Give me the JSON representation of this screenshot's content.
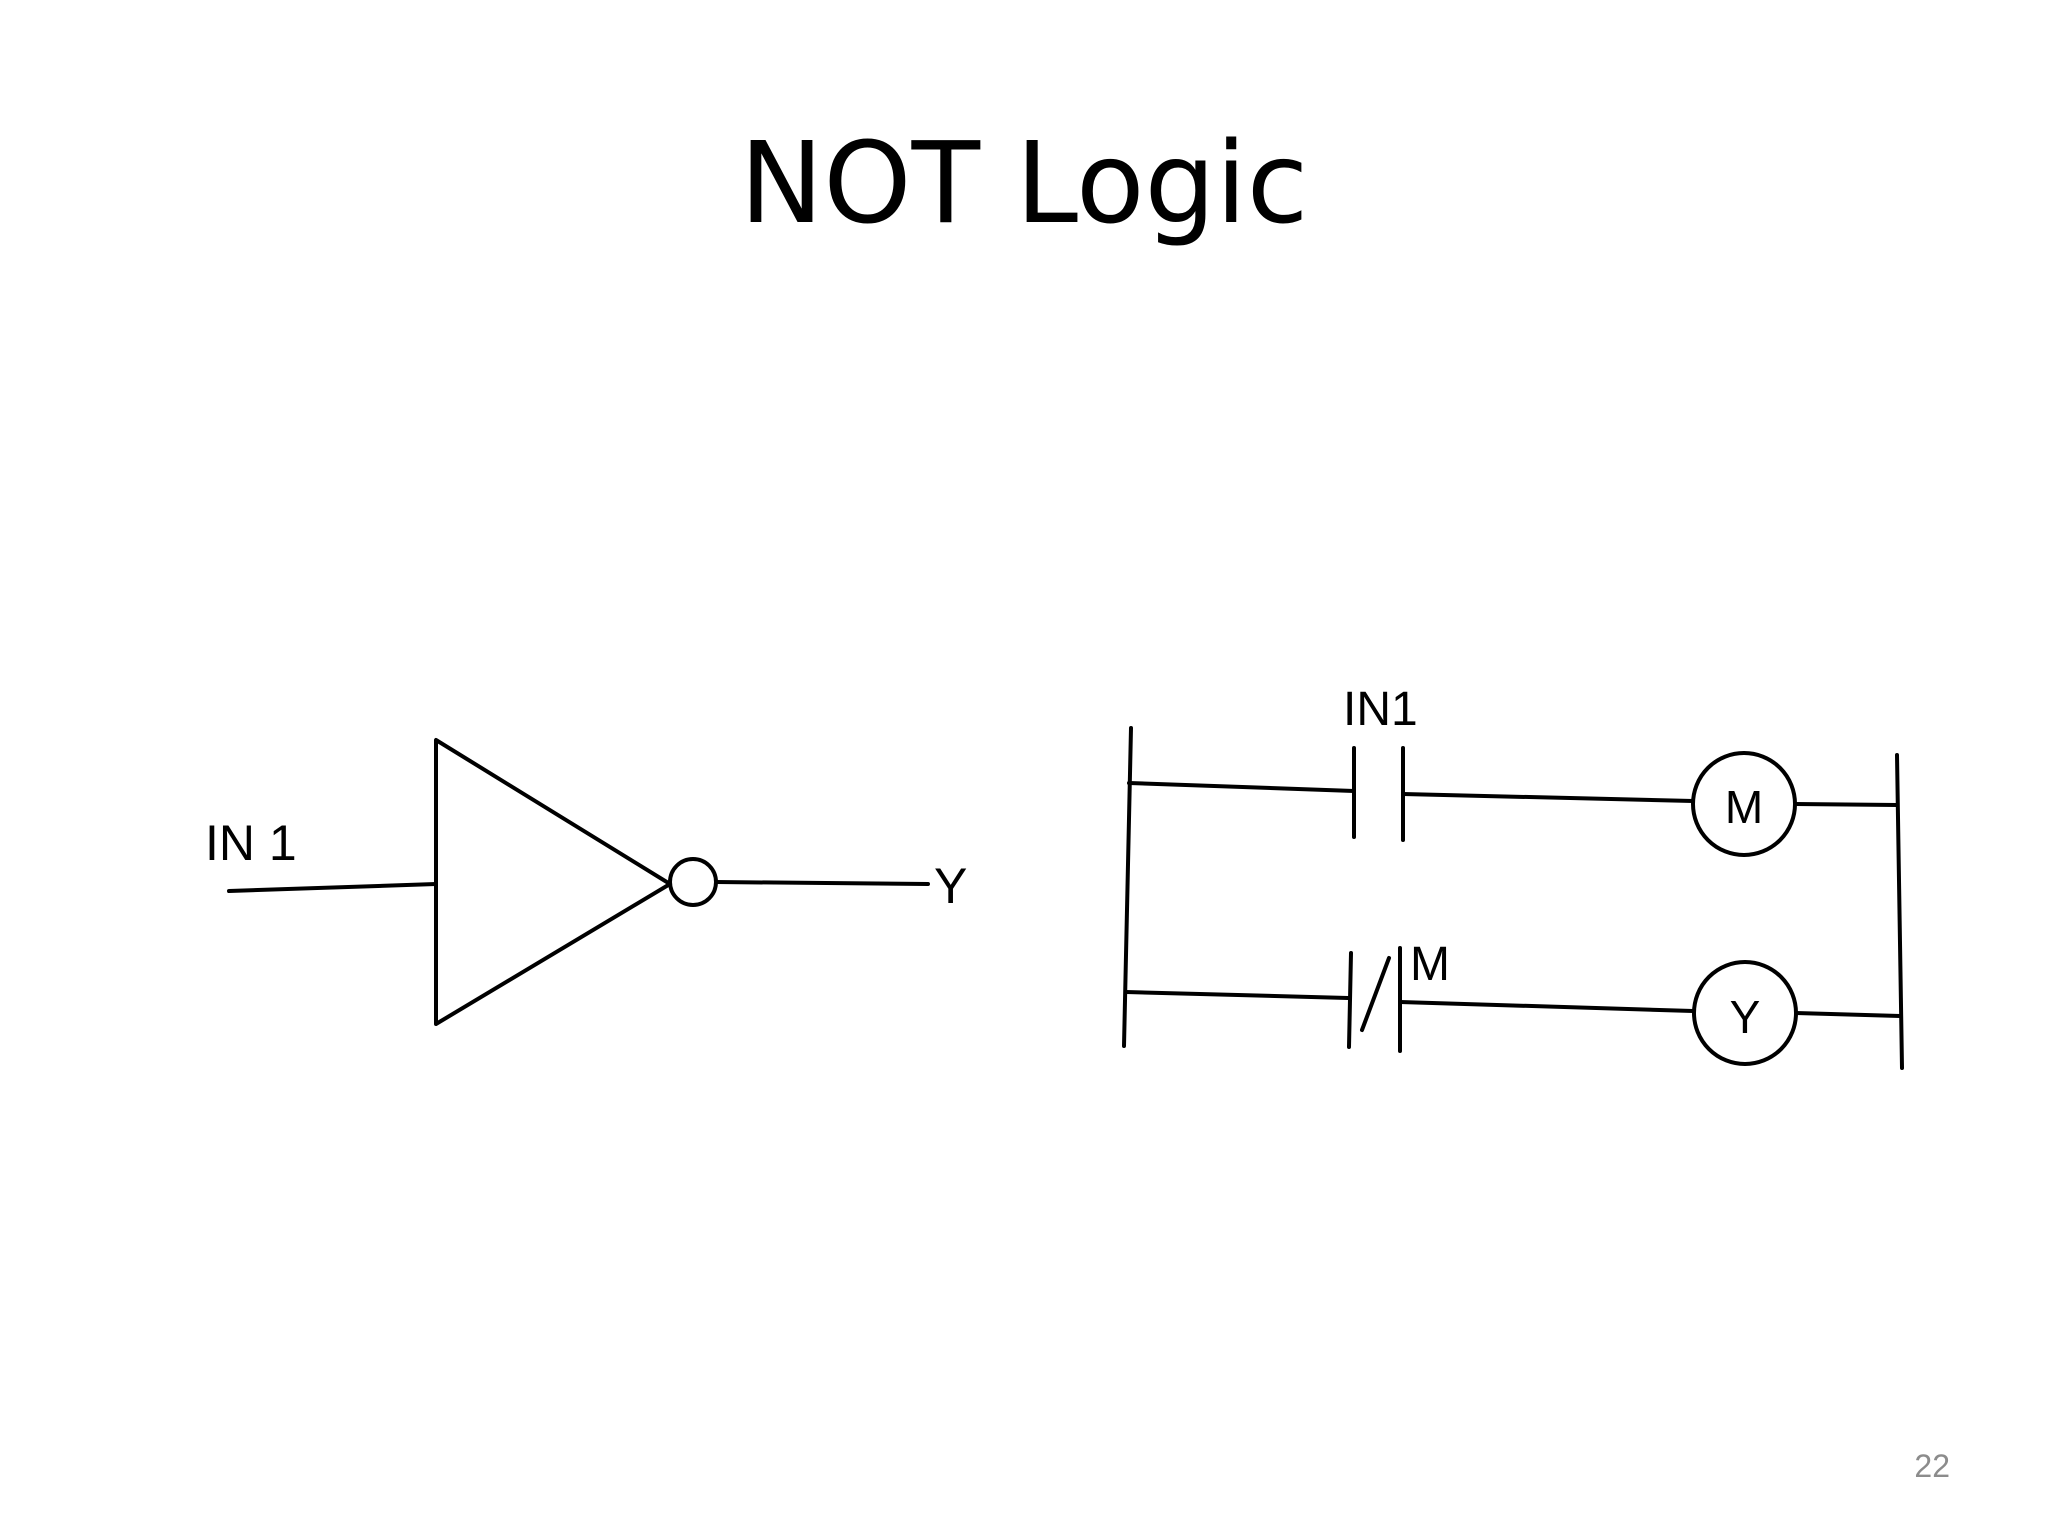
{
  "slide": {
    "title": "NOT Logic",
    "page_number": "22"
  },
  "gate_diagram": {
    "input_label": "IN 1",
    "output_label": "Y"
  },
  "ladder_diagram": {
    "rung1_contact_label": "IN1",
    "rung1_coil_label": "M",
    "rung2_contact_label": "M",
    "rung2_coil_label": "Y"
  }
}
